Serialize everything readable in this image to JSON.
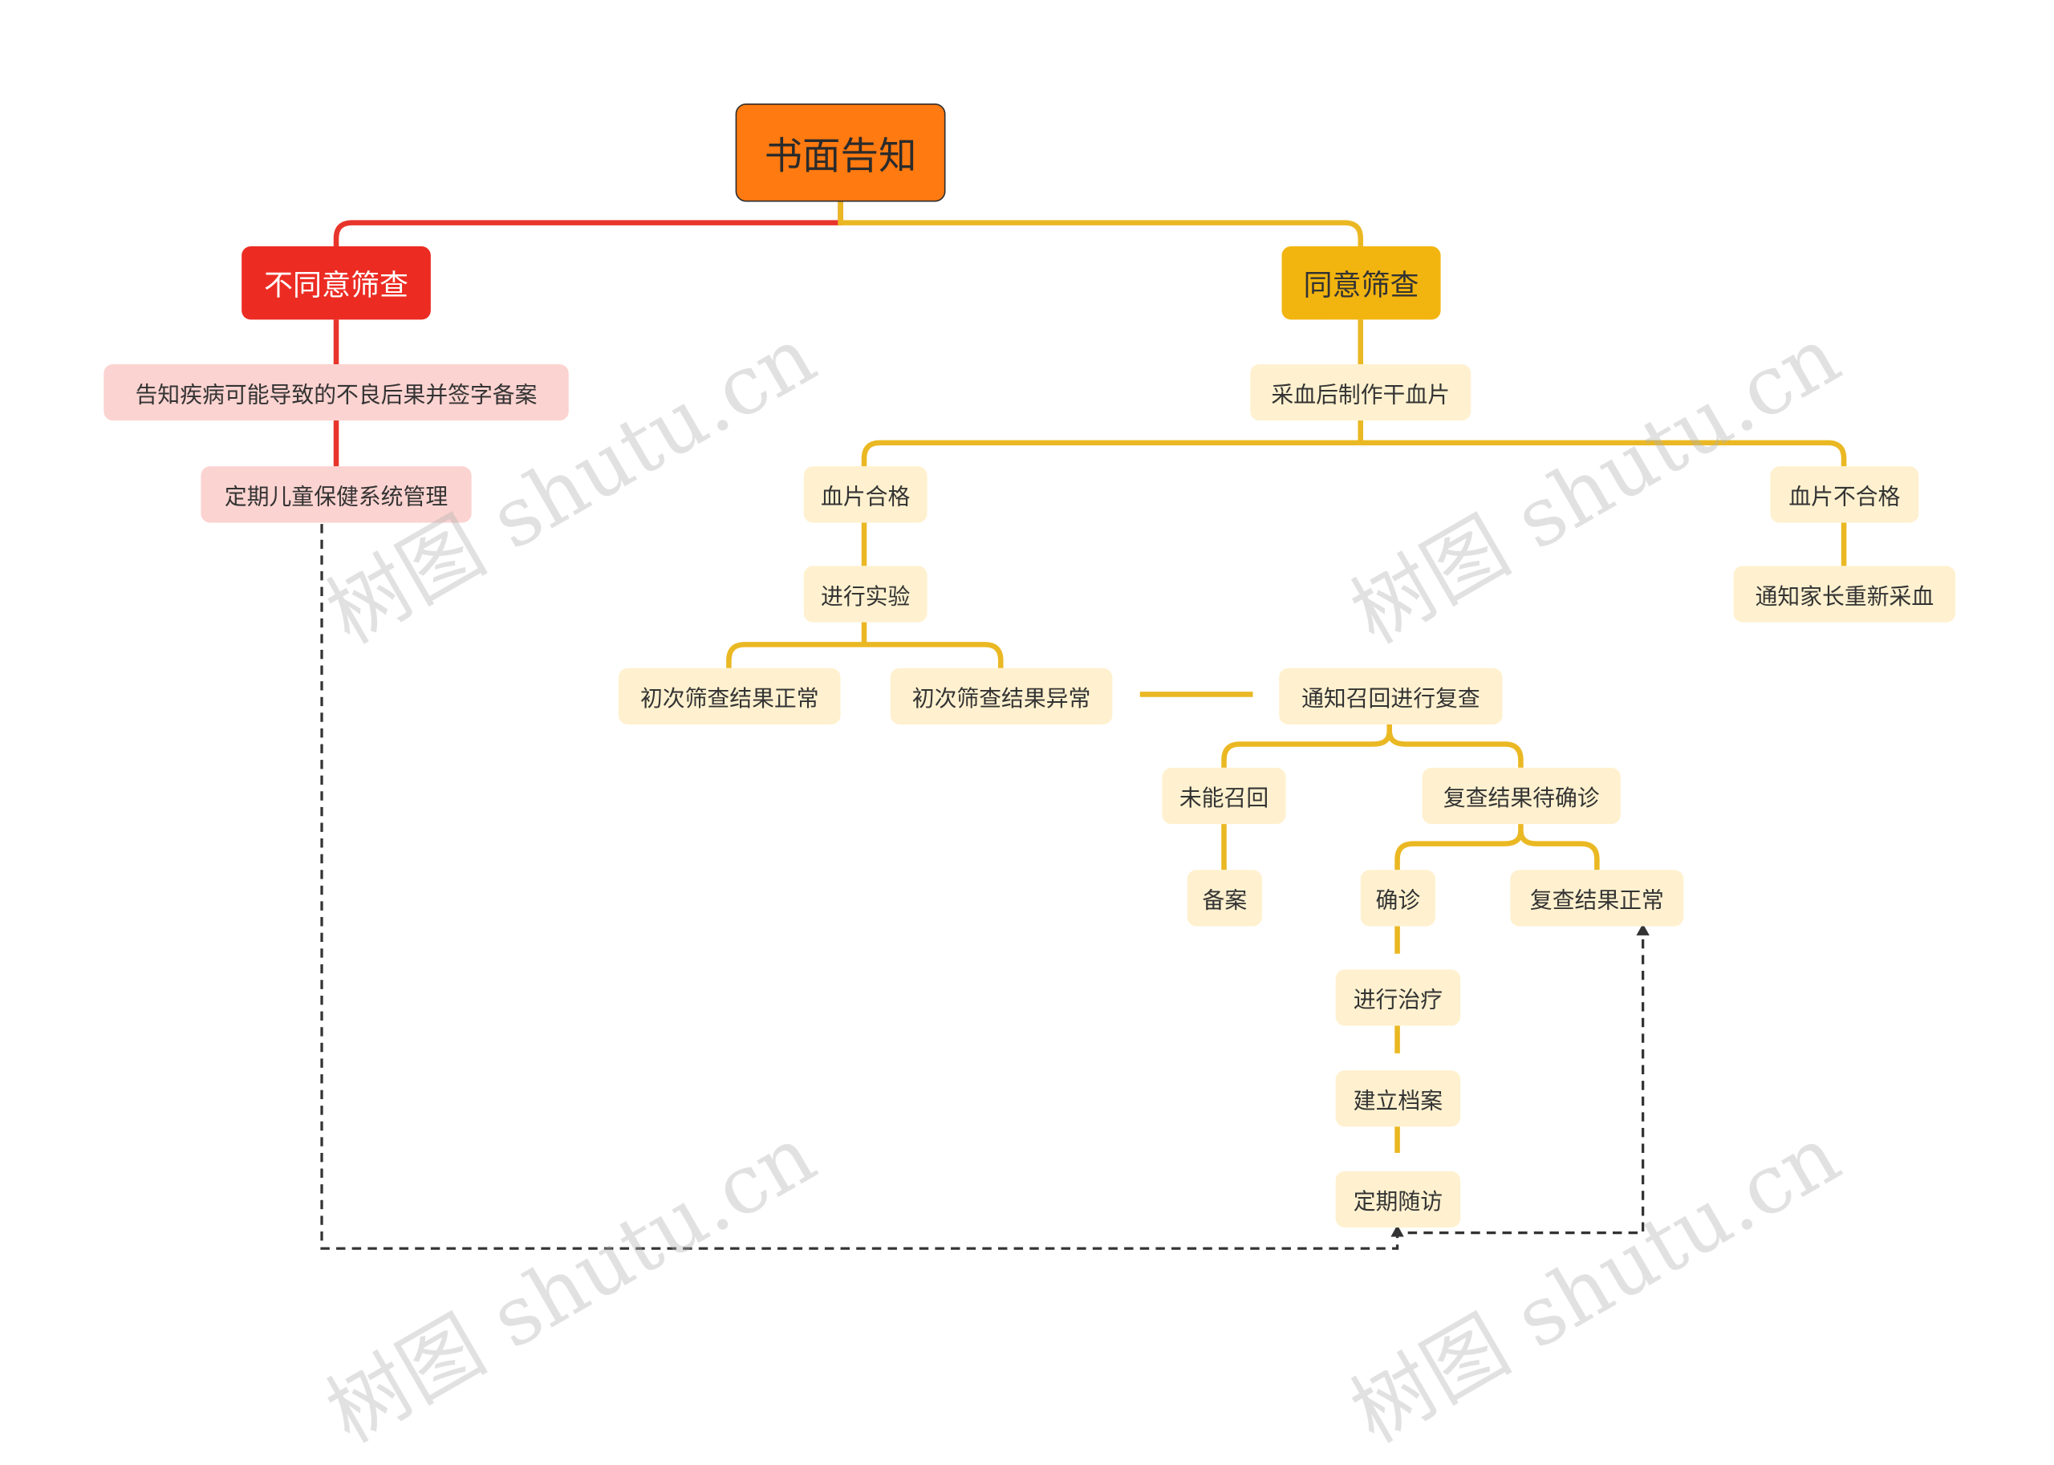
{
  "root": "书面告知",
  "left": {
    "title": "不同意筛查",
    "items": [
      "告知疾病可能导致的不良后果并签字备案",
      "定期儿童保健系统管理"
    ]
  },
  "right": {
    "title": "同意筛查",
    "step": "采血后制作干血片",
    "qualified": {
      "label": "血片合格",
      "experiment": "进行实验",
      "normal": "初次筛查结果正常",
      "abnormal": "初次筛查结果异常",
      "recall": "通知召回进行复查",
      "not_recalled": "未能召回",
      "archive": "备案",
      "pending": "复查结果待确诊",
      "confirmed": "确诊",
      "recheck_normal": "复查结果正常",
      "treatment": [
        "进行治疗",
        "建立档案",
        "定期随访"
      ]
    },
    "unqualified": {
      "label": "血片不合格",
      "notify": "通知家长重新采血"
    }
  },
  "watermark": "树图 shutu.cn",
  "colors": {
    "root": "#ff7a10",
    "red": "#ec2c23",
    "yellow": "#f2b40f",
    "pink_leaf": "#fbd3d0",
    "cream_leaf": "#fff1cf",
    "dashed": "#333333"
  }
}
